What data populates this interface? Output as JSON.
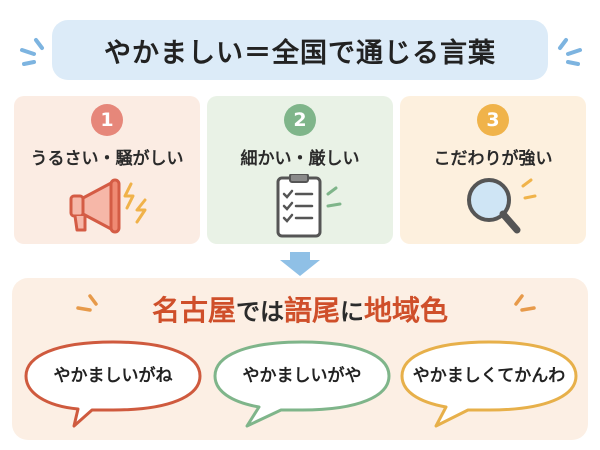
{
  "title": "やかましい＝全国で通じる言葉",
  "cards": [
    {
      "number": "1",
      "label": "うるさい・騒がしい",
      "icon": "megaphone-icon",
      "accent": "#e6877a"
    },
    {
      "number": "2",
      "label": "細かい・厳しい",
      "icon": "clipboard-checklist-icon",
      "accent": "#7fb58a"
    },
    {
      "number": "3",
      "label": "こだわりが強い",
      "icon": "magnifier-icon",
      "accent": "#f0b34a"
    }
  ],
  "headline": {
    "place": "名古屋",
    "mid1": "では",
    "key1": "語尾",
    "mid2": "に",
    "key2": "地域色"
  },
  "bubbles": [
    {
      "text": "やかましいがね",
      "border": "#cf5a3e"
    },
    {
      "text": "やかましいがや",
      "border": "#7fb58a"
    },
    {
      "text": "やかましくてかんわ",
      "border": "#e7b04a"
    }
  ],
  "colors": {
    "title_bg": "#dcebf8",
    "panel_bg": "#fcefe4",
    "accent_red": "#cf4f2a",
    "arrow": "#8fc0e6"
  }
}
